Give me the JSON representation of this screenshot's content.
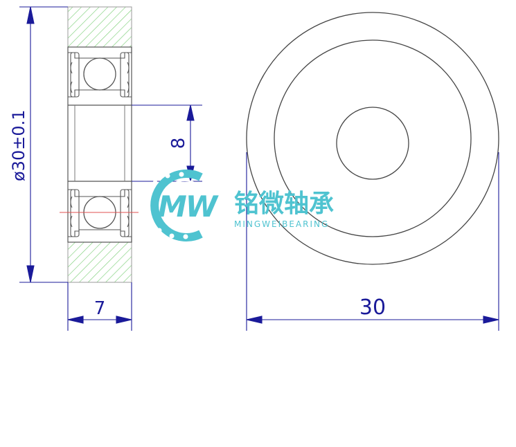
{
  "drawing": {
    "dim_outer_diameter": "ø30±0.1",
    "dim_width": "7",
    "dim_bore": "8",
    "dim_diameter_front": "30"
  },
  "brand": {
    "logo_mark": "MW",
    "name_cn": "铭微轴承",
    "name_en": "MINGWEIBEARING",
    "color": "#4fc3d0"
  },
  "colors": {
    "dimension": "#1a1a99",
    "outline": "#555555",
    "hatch": "#7fd07a",
    "centerline": "#e05050"
  }
}
